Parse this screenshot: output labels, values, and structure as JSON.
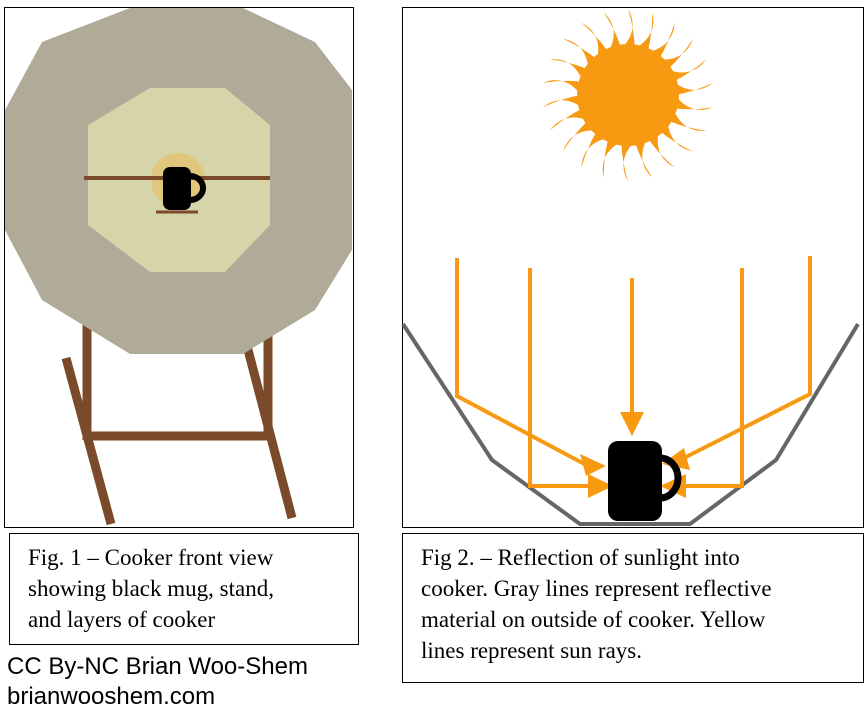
{
  "figure1": {
    "caption": [
      "Fig. 1 – Cooker front view",
      "showing black mug, stand,",
      "and layers of cooker"
    ],
    "colors": {
      "outer_layer": "#b0ab98",
      "inner_layer": "#d6d4a9",
      "glow": "#e1c77c",
      "stand": "#7a4a2a",
      "mug": "#000000"
    }
  },
  "figure2": {
    "caption": [
      "Fig 2. – Reflection of sunlight into",
      "cooker. Gray lines represent reflective",
      "material on outside of cooker. Yellow",
      "lines represent sun rays."
    ],
    "colors": {
      "sun": "#f79a12",
      "sun_rays": "#f79a12",
      "reflector": "#666666",
      "mug": "#000000"
    }
  },
  "credit": {
    "license": "CC By-NC Brian Woo-Shem",
    "website": "brianwooshem.com"
  }
}
